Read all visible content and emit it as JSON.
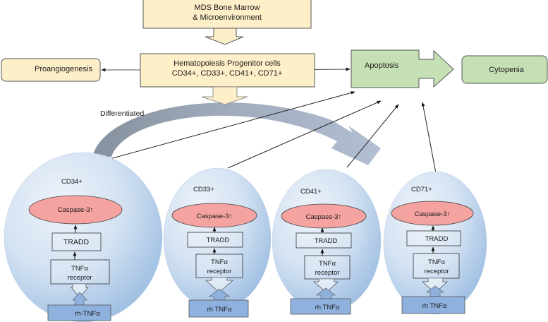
{
  "diagram": {
    "top_box": {
      "line1": "MDS Bone Marrow",
      "line2": "& Microenvironment"
    },
    "progenitor_box": {
      "line1": "Hematopoiesis Progenitor cells",
      "line2": "CD34+, CD33+, CD41+, CD71+"
    },
    "proangiogenesis": {
      "label": "Proangiogenesis"
    },
    "apoptosis": {
      "label": "Apoptosis"
    },
    "cytopenia": {
      "label": "Cytopenia"
    },
    "differentiated": {
      "label": "Differentiated"
    },
    "cells": [
      {
        "name": "CD34+",
        "caspase": "Caspase-3↑",
        "tradd": "TRADD",
        "receptor_line1": "TNFα",
        "receptor_line2": "receptor",
        "ligand": "rh-TNFα"
      },
      {
        "name": "CD33+",
        "caspase": "Caspase-3↑",
        "tradd": "TRADD",
        "receptor_line1": "TNFα",
        "receptor_line2": "receptor",
        "ligand": "rh TNFα"
      },
      {
        "name": "CD41+",
        "caspase": "Caspase-3↑",
        "tradd": "TRADD",
        "receptor_line1": "TNFα",
        "receptor_line2": "receptor",
        "ligand": "rh TNFα"
      },
      {
        "name": "CD71+",
        "caspase": "Caspase-3↑",
        "tradd": "TRADD",
        "receptor_line1": "TNFα",
        "receptor_line2": "receptor",
        "ligand": "rh TNFα"
      }
    ],
    "colors": {
      "beige_fill": "#fdefc8",
      "green_fill": "#c5e0b4",
      "cell_fill_light": "#e6eef8",
      "cell_fill_dark": "#9fc0e3",
      "caspase_fill": "#f4a3a0",
      "ligand_fill": "#8fb1de",
      "curved_arrow": "#8794a6"
    }
  }
}
